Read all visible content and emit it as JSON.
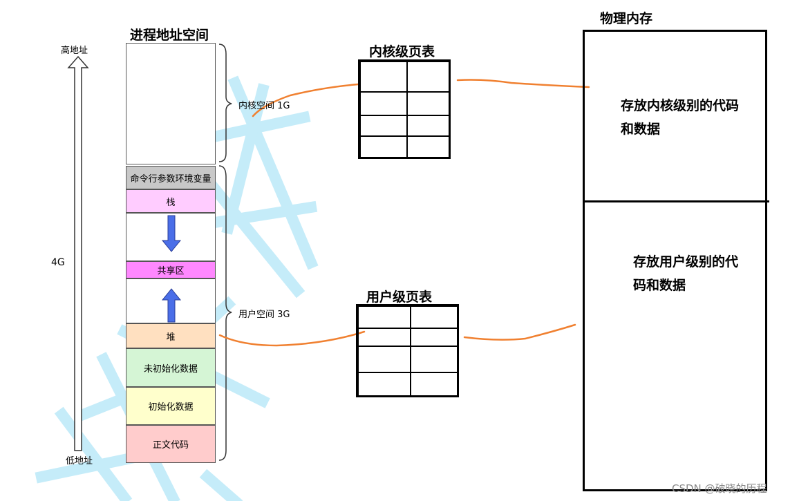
{
  "address_space": {
    "title": "进程地址空间",
    "high_label": "高地址",
    "low_label": "低地址",
    "size_label": "4G",
    "kernel_space_label": "内核空间 1G",
    "user_space_label": "用户空间 3G",
    "segments": [
      {
        "label": "",
        "color": "#ffffff"
      },
      {
        "label": "命令行参数环境变量",
        "color": "#c8c8c8"
      },
      {
        "label": "栈",
        "color": "#ffccff"
      },
      {
        "label": "",
        "color": "#ffffff"
      },
      {
        "label": "共享区",
        "color": "#ff88ff"
      },
      {
        "label": "",
        "color": "#ffffff"
      },
      {
        "label": "堆",
        "color": "#ffe0c0"
      },
      {
        "label": "未初始化数据",
        "color": "#d5f5d5"
      },
      {
        "label": "初始化数据",
        "color": "#ffffcc"
      },
      {
        "label": "正文代码",
        "color": "#ffcccc"
      }
    ]
  },
  "kernel_page_table": {
    "title": "内核级页表"
  },
  "user_page_table": {
    "title": "用户级页表"
  },
  "physical_memory": {
    "title": "物理内存",
    "kernel_text": [
      "存放内核级别的代码",
      "和数据"
    ],
    "user_text": [
      "存放用户级别的代",
      "码和数据"
    ]
  },
  "watermark": "CSDN @破晓的历程",
  "colors": {
    "mapping_line": "#f08030",
    "arrow_blue": "#4a6ee8",
    "watermark_stripe": "#7fd6f2"
  }
}
